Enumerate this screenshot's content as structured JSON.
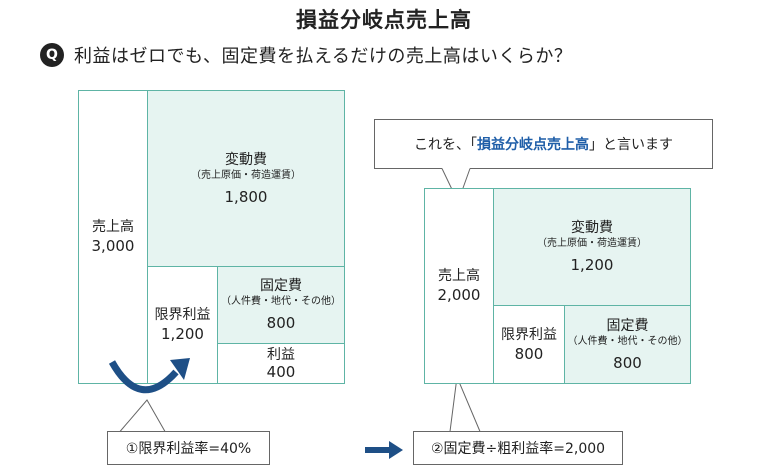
{
  "title": "損益分岐点売上高",
  "question": {
    "badge": "Q",
    "text": "利益はゼロでも、固定費を払えるだけの売上高はいくらか？"
  },
  "left_diagram": {
    "sales": {
      "label": "売上高",
      "value": "3,000"
    },
    "variable_cost": {
      "label": "変動費",
      "sub": "（売上原価・荷造運賃）",
      "value": "1,800"
    },
    "marginal_profit": {
      "label": "限界利益",
      "value": "1,200"
    },
    "fixed_cost": {
      "label": "固定費",
      "sub": "（人件費・地代・その他）",
      "value": "800"
    },
    "profit": {
      "label": "利益",
      "value": "400"
    }
  },
  "right_diagram": {
    "sales": {
      "label": "売上高",
      "value": "2,000"
    },
    "variable_cost": {
      "label": "変動費",
      "sub": "（売上原価・荷造運賃）",
      "value": "1,200"
    },
    "marginal_profit": {
      "label": "限界利益",
      "value": "800"
    },
    "fixed_cost": {
      "label": "固定費",
      "sub": "（人件費・地代・その他）",
      "value": "800"
    }
  },
  "callout_top": {
    "prefix": "これを、「",
    "highlight": "損益分岐点売上高",
    "suffix": "」と言います"
  },
  "callout_left": "①限界利益率=40%",
  "callout_right": "②固定費÷粗利益率=2,000",
  "colors": {
    "teal_border": "#5eb4a5",
    "teal_fill": "#e6f4f1",
    "accent_blue": "#1f5ea8",
    "arrow_navy": "#1e4f86"
  }
}
